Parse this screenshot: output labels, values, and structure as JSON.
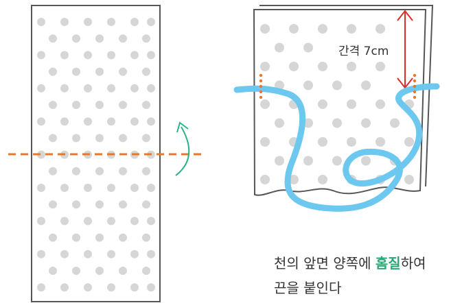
{
  "gap_label": "간격 7cm",
  "caption": {
    "line1_before": "천의 앞면 양쪽에 ",
    "line1_highlight": "홈질",
    "line1_after": "하여",
    "line2": "끈을 붙인다"
  },
  "colors": {
    "fabric_outline": "#555555",
    "dots": "#d6d6d6",
    "fold_line": "#e8772e",
    "fold_arrow": "#2bb38a",
    "gap_arrow": "#e02a2a",
    "string": "#6cc8ef",
    "stitch": "#e8772e",
    "highlight_text": "#2aa876"
  },
  "icons": [
    "fold-arrow-icon",
    "gap-arrow-icon"
  ]
}
